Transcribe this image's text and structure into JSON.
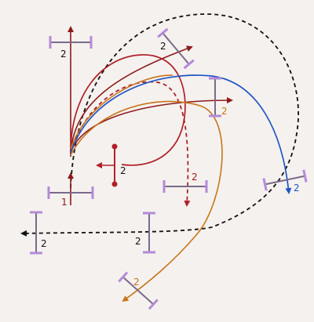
{
  "colors": {
    "background": "#f5f1ee",
    "robot": "#b48ad8",
    "robot_body": "#7a6a8a",
    "maroon": "#8b1a1a",
    "red": "#b0202a",
    "dashed_red": "#a81820",
    "blue": "#1f55c4",
    "orange": "#c8741a",
    "black": "#111111"
  },
  "labels": {
    "start": "1",
    "goal_top_left": "2",
    "goal_top_right": "2",
    "goal_red": "2",
    "goal_right": "2",
    "goal_mid_right": "2",
    "goal_center": "2",
    "goal_center_low": "2",
    "goal_left": "2",
    "goal_bottom": "2"
  }
}
